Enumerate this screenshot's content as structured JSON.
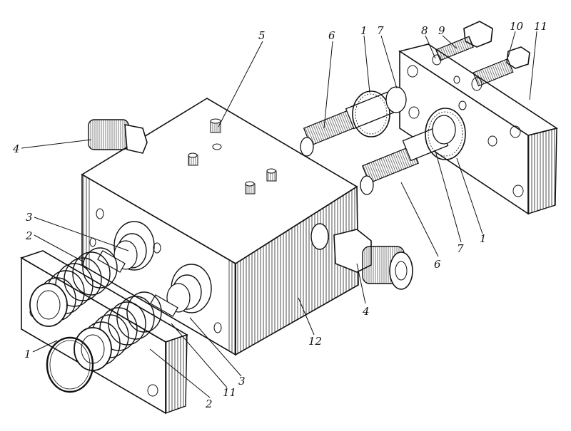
{
  "callouts": {
    "c1a": "1",
    "c1b": "1",
    "c1c": "1",
    "c2a": "2",
    "c2b": "2",
    "c3a": "3",
    "c3b": "3",
    "c4a": "4",
    "c4b": "4",
    "c5": "5",
    "c6a": "6",
    "c6b": "6",
    "c7a": "7",
    "c7b": "7",
    "c8": "8",
    "c9": "9",
    "c10": "10",
    "c11a": "11",
    "c11b": "11",
    "c12": "12"
  }
}
